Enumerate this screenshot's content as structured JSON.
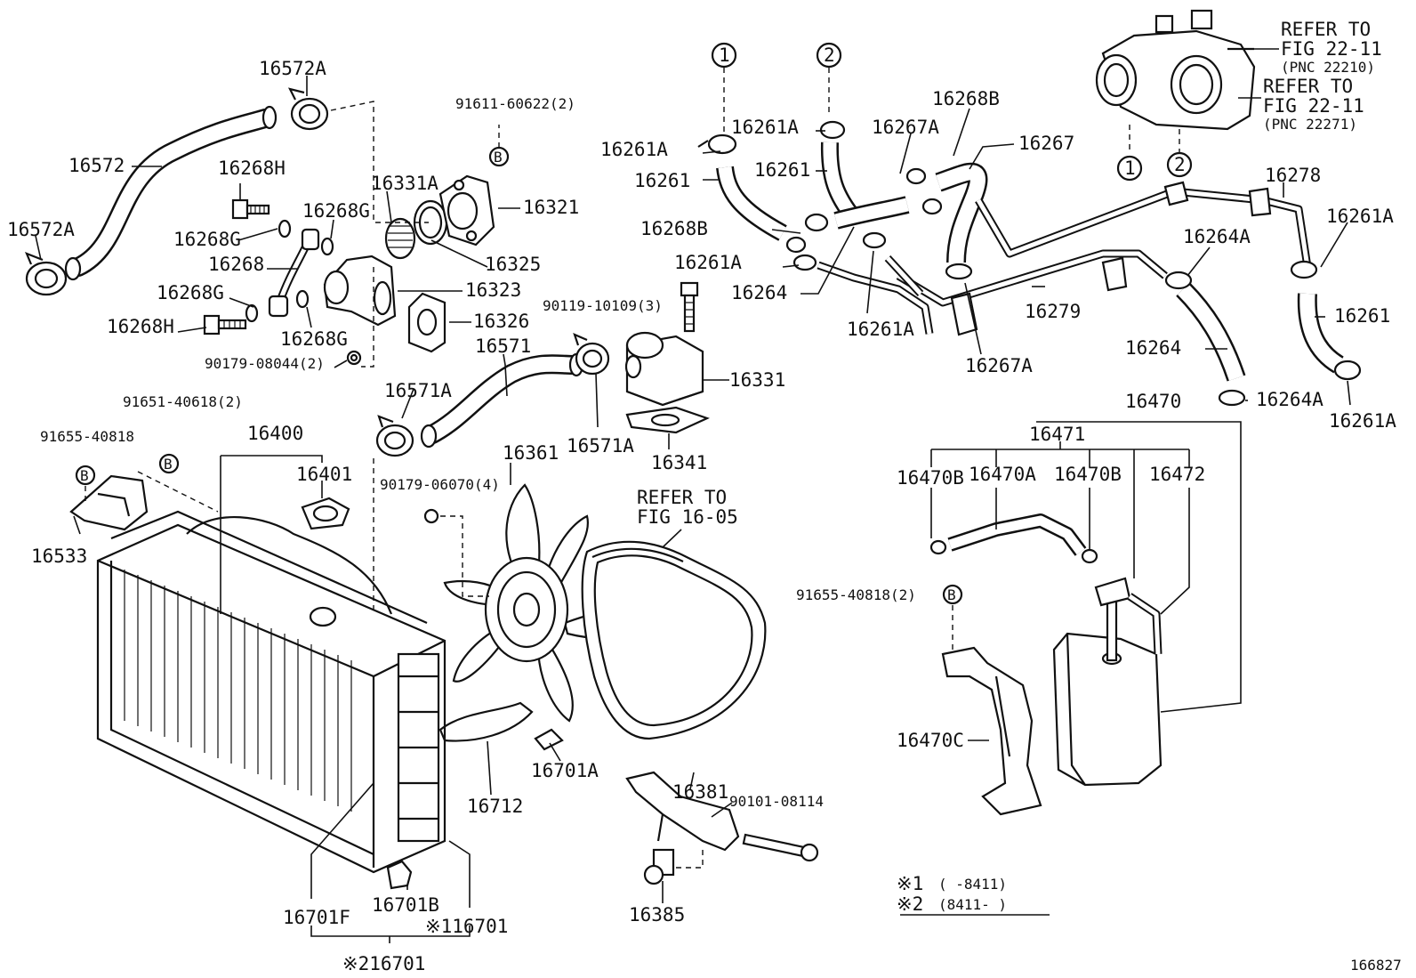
{
  "figure_number": "166827",
  "refer_notes": [
    {
      "id": "ref-22-11-22210",
      "lines": [
        "REFER TO",
        "FIG 22-11",
        "(PNC 22210)"
      ]
    },
    {
      "id": "ref-22-11-22271",
      "lines": [
        "REFER TO",
        "FIG 22-11",
        "(PNC 22271)"
      ]
    },
    {
      "id": "ref-16-05",
      "lines": [
        "REFER TO",
        "FIG 16-05"
      ]
    }
  ],
  "circle_markers": [
    "1",
    "2"
  ],
  "bolt_marker": "B",
  "legend": [
    {
      "mark": "※1",
      "range": "(      -8411)"
    },
    {
      "mark": "※2",
      "range": "(8411-      )"
    }
  ],
  "labels": [
    "16572A",
    "16572",
    "16572A",
    "16268H",
    "16268G",
    "16268G",
    "16268",
    "16268G",
    "16268H",
    "16268G",
    "16331A",
    "16321",
    "16325",
    "16323",
    "16326",
    "90179-08044(2)",
    "91611-60622(2)",
    "16261A",
    "16261",
    "16268B",
    "16261A",
    "16261A",
    "16261",
    "16264",
    "90119-10109(3)",
    "16267A",
    "16268B",
    "16267",
    "16261A",
    "16267A",
    "16279",
    "16278",
    "16261A",
    "16264A",
    "16261",
    "16264",
    "16264A",
    "16261A",
    "16571",
    "16571A",
    "16331",
    "16571A",
    "16341",
    "91651-40618(2)",
    "91655-40818",
    "16400",
    "16401",
    "16533",
    "90179-06070(4)",
    "16361",
    "16470",
    "16471",
    "16470B",
    "16470A",
    "16470B",
    "16472",
    "91655-40818(2)",
    "16470C",
    "16712",
    "16701A",
    "16381",
    "90101-08114",
    "16385",
    "16701F",
    "16701B",
    "※116701",
    "※216701"
  ]
}
